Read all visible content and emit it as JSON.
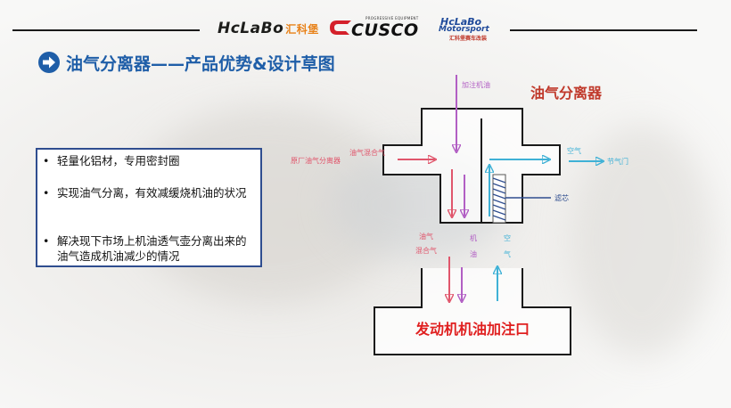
{
  "header": {
    "logo_hclabo": "HcLaBo",
    "logo_hclabo_cn": "汇科堡",
    "logo_cusco": "CUSCO",
    "logo_cusco_tag": "PROGRESSIVE EQUIPMENT",
    "logo_motorsport_1": "HcLaBo",
    "logo_motorsport_2": "Motorsport",
    "logo_motorsport_3": "汇科堡赛车改装"
  },
  "title": "油气分离器——产品优势&设计草图",
  "bullets": [
    {
      "dot": "•",
      "text": "轻量化铝材，专用密封圈"
    },
    {
      "dot": "•",
      "text": "实现油气分离，有效减缓烧机油的状况"
    },
    {
      "dot": "•",
      "text": "解决现下市场上机油透气壶分离出来的油气造成机油减少的情况"
    }
  ],
  "diagram": {
    "title": "油气分离器",
    "label_add_oil": "加注机油",
    "label_mix_in": "油气混合气",
    "label_orig": "原厂油气分离器",
    "label_air_out": "空气",
    "label_throttle": "节气门",
    "label_filter": "滤芯",
    "label_down_mix": "油气\n混合气",
    "label_down_oil": "机\n油",
    "label_up_air": "空\n气",
    "label_engine": "发动机机油加注口"
  },
  "colors": {
    "title_blue": "#1f5ea8",
    "pink": "#e0566c",
    "purple": "#b25fc4",
    "cyan": "#3fb1d6",
    "red_text": "#e02020",
    "navy": "#2f4d8f"
  }
}
